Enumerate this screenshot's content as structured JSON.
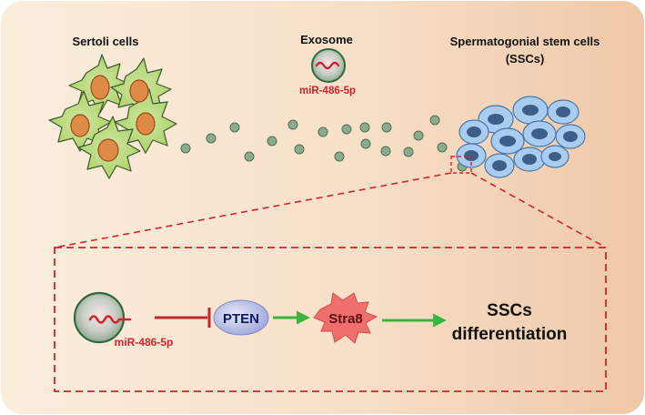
{
  "labels": {
    "sertoli": "Sertoli cells",
    "exosome": "Exosome",
    "mirna_top": "miR-486-5p",
    "sscs_line1": "Spermatogonial stem cells",
    "sscs_line2": "(SSCs)",
    "mirna_bottom": "miR-486-5p",
    "pten": "PTEN",
    "stra8": "Stra8",
    "outcome_line1": "SSCs",
    "outcome_line2": "differentiation"
  },
  "colors": {
    "background_left": "#fbeedd",
    "background_right": "#efc8a7",
    "sertoli_cell": "#b5d77a",
    "sertoli_nucleus": "#e08a47",
    "exosome_fill": "#8aac8c",
    "ssc_cell": "#9fc7ea",
    "ssc_nucleus": "#3b5f88",
    "mirna_red": "#d4212a",
    "inhibition": "#c0282d",
    "activation_arrow": "#3cb43f",
    "pten_fill": "#a9b0db",
    "stra8_fill": "#ef6f6c",
    "dashed_box": "#d4212a"
  },
  "pathway": {
    "relations": [
      {
        "from": "miR-486-5p",
        "to": "PTEN",
        "type": "inhibits"
      },
      {
        "from": "PTEN",
        "to": "Stra8",
        "type": "activates"
      },
      {
        "from": "Stra8",
        "to": "SSCs differentiation",
        "type": "activates"
      }
    ]
  }
}
